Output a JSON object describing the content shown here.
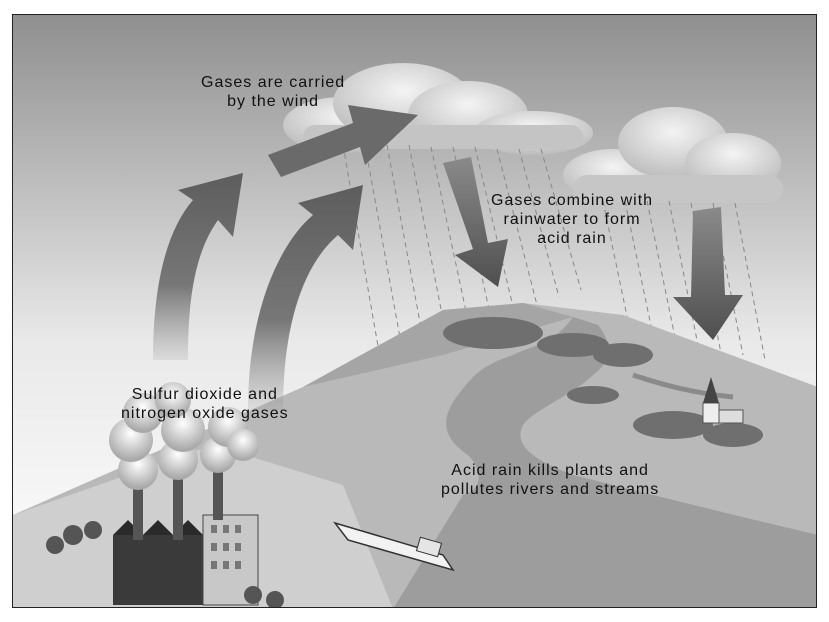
{
  "labels": {
    "wind": {
      "line1": "Gases are carried",
      "line2": "by the wind"
    },
    "combine": {
      "line1": "Gases combine with",
      "line2": "rainwater to form",
      "line3": "acid rain"
    },
    "emissions": {
      "line1": "Sulfur dioxide and",
      "line2": "nitrogen oxide gases"
    },
    "effects": {
      "line1": "Acid rain kills plants and",
      "line2": "pollutes rivers and streams"
    }
  },
  "colors": {
    "sky_top": "#8f8f8f",
    "sky_bottom": "#ffffff",
    "arrow": "#6e6e6e",
    "land": "#b9b9b9",
    "water": "#9a9a9a",
    "cloud": "#d8d8d8"
  }
}
